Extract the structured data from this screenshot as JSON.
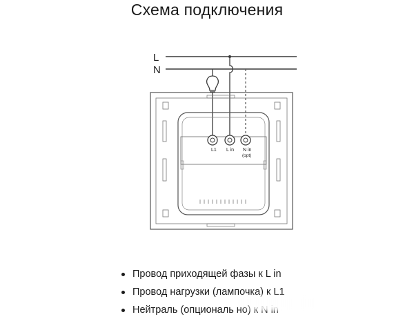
{
  "title": "Схема подключения",
  "diagram": {
    "lines": {
      "l": "L",
      "n": "N"
    },
    "terminals": {
      "l1": "L1",
      "lin": "L in",
      "nin": "N in",
      "nin_opt": "(opt)"
    }
  },
  "bullets": [
    "Провод приходящей фазы к L in",
    "Провод нагрузки (лампочка) к L1",
    "Нейтраль (опциональ но) к N in"
  ],
  "colors": {
    "line": "#3a3a3a",
    "panel_stroke": "#555555"
  }
}
